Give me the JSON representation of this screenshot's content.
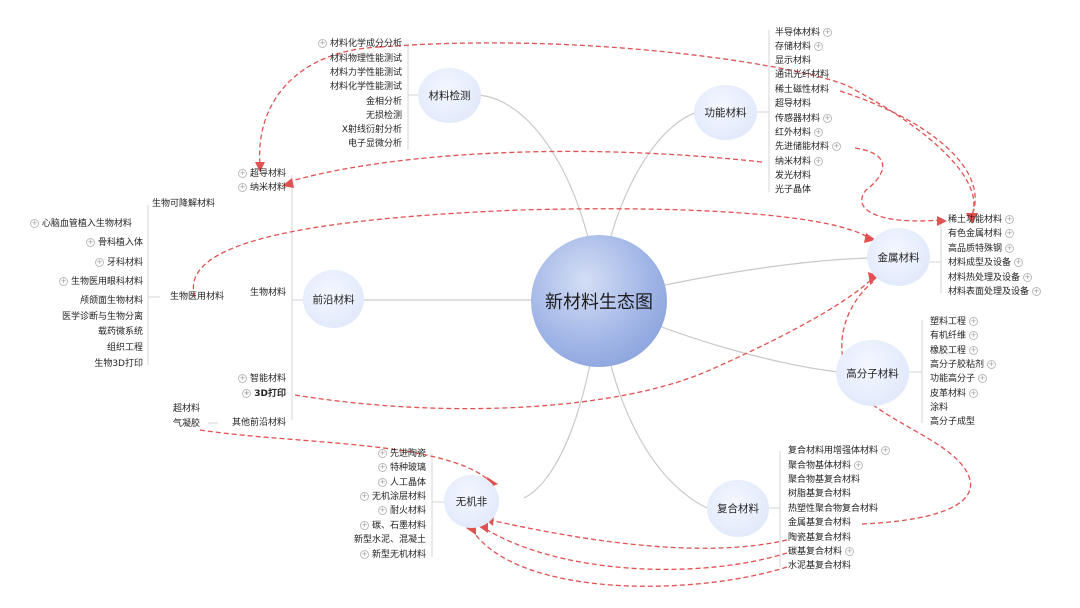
{
  "center": "新材料生态图",
  "branches": {
    "testing": "材料检测",
    "functional": "功能材料",
    "metal": "金属材料",
    "polymer": "高分子材料",
    "composite": "复合材料",
    "inorganic": "无机非",
    "frontier": "前沿材料"
  },
  "testing_items": [
    "材料化学成分分析",
    "材料物理性能测试",
    "材料力学性能测试",
    "材料化学性能测试",
    "金相分析",
    "无损检测",
    "X射线衍射分析",
    "电子显微分析"
  ],
  "functional_items": [
    "半导体材料",
    "存储材料",
    "显示材料",
    "通讯光纤材料",
    "稀土磁性材料",
    "超导材料",
    "传感器材料",
    "红外材料",
    "先进储能材料",
    "纳米材料",
    "发光材料",
    "光子晶体"
  ],
  "metal_items": [
    "稀土功能材料",
    "有色金属材料",
    "高品质特殊钢",
    "材料成型及设备",
    "材料热处理及设备",
    "材料表面处理及设备"
  ],
  "polymer_items": [
    "塑料工程",
    "有机纤维",
    "橡胶工程",
    "高分子胶粘剂",
    "功能高分子",
    "皮革材料",
    "涂料",
    "高分子成型"
  ],
  "composite_items": [
    "复合材料用增强体材料",
    "聚合物基体材料",
    "聚合物基复合材料",
    "树脂基复合材料",
    "热塑性聚合物复合材料",
    "金属基复合材料",
    "陶瓷基复合材料",
    "碳基复合材料",
    "水泥基复合材料"
  ],
  "inorganic_items": [
    "先进陶瓷",
    "特种玻璃",
    "人工晶体",
    "无机涂层材料",
    "耐火材料",
    "碳、石墨材料",
    "新型水泥、混凝土",
    "新型无机材料"
  ],
  "frontier": {
    "top": [
      "超导材料",
      "纳米材料"
    ],
    "bio_label": "生物材料",
    "bio_med_label": "生物医用材料",
    "bio_items": [
      "生物可降解材料",
      "心脑血管植入生物材料",
      "骨科植入体",
      "牙科材料",
      "生物医用眼科材料",
      "颅颌面生物材料",
      "医学诊断与生物分离",
      "载药微系统",
      "组织工程",
      "生物3D打印"
    ],
    "smart": "智能材料",
    "print3d": "3D打印",
    "other_label": "其他前沿材料",
    "other_items": [
      "超材料",
      "气凝胶"
    ]
  }
}
